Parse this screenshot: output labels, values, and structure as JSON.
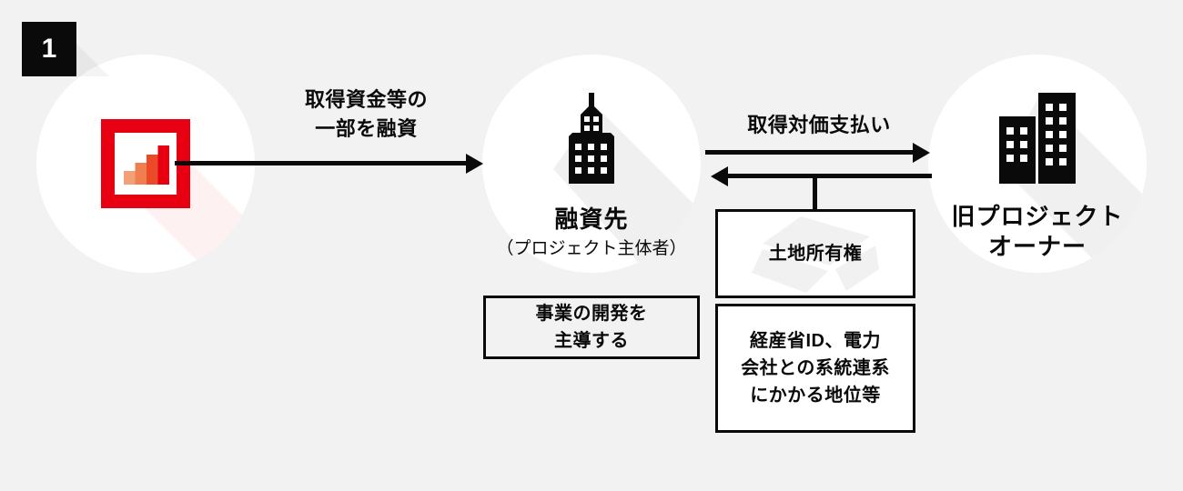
{
  "page": {
    "background_color": "#f2f2f2",
    "ink_color": "#0a0a0a",
    "accent_color": "#e60012"
  },
  "step": {
    "number": "1"
  },
  "nodes": [
    {
      "id": "lender",
      "icon": "bar-chart-framed-icon",
      "caption_main": "",
      "caption_sub": ""
    },
    {
      "id": "borrower",
      "icon": "tower-building-icon",
      "caption_main": "融資先",
      "caption_sub": "（プロジェクト主体者）"
    },
    {
      "id": "former-owner",
      "icon": "two-buildings-icon",
      "caption_main": "旧プロジェクト\nオーナー",
      "caption_sub": ""
    }
  ],
  "arrows": [
    {
      "id": "loan",
      "label": "取得資金等の\n一部を融資",
      "direction": "right"
    },
    {
      "id": "payment",
      "label": "取得対価支払い",
      "direction": "right"
    },
    {
      "id": "transfer",
      "label": "",
      "direction": "left"
    }
  ],
  "boxes": [
    {
      "id": "development-lead",
      "text": "事業の開発を\n主導する",
      "style": "transparent"
    },
    {
      "id": "land-ownership",
      "text": "土地所有権",
      "style": "filled",
      "watermark": "land-plot-watermark"
    },
    {
      "id": "grid-status",
      "text": "経産省ID、電力\n会社との系統連系\nにかかる地位等",
      "style": "filled"
    }
  ],
  "icons": {
    "bar_chart": {
      "frame_color": "#e60012",
      "bars": [
        {
          "color": "#f2a077",
          "height_pct": 34
        },
        {
          "color": "#ef7f4f",
          "height_pct": 56
        },
        {
          "color": "#ea4a28",
          "height_pct": 78
        },
        {
          "color": "#e60012",
          "height_pct": 100
        }
      ]
    }
  }
}
